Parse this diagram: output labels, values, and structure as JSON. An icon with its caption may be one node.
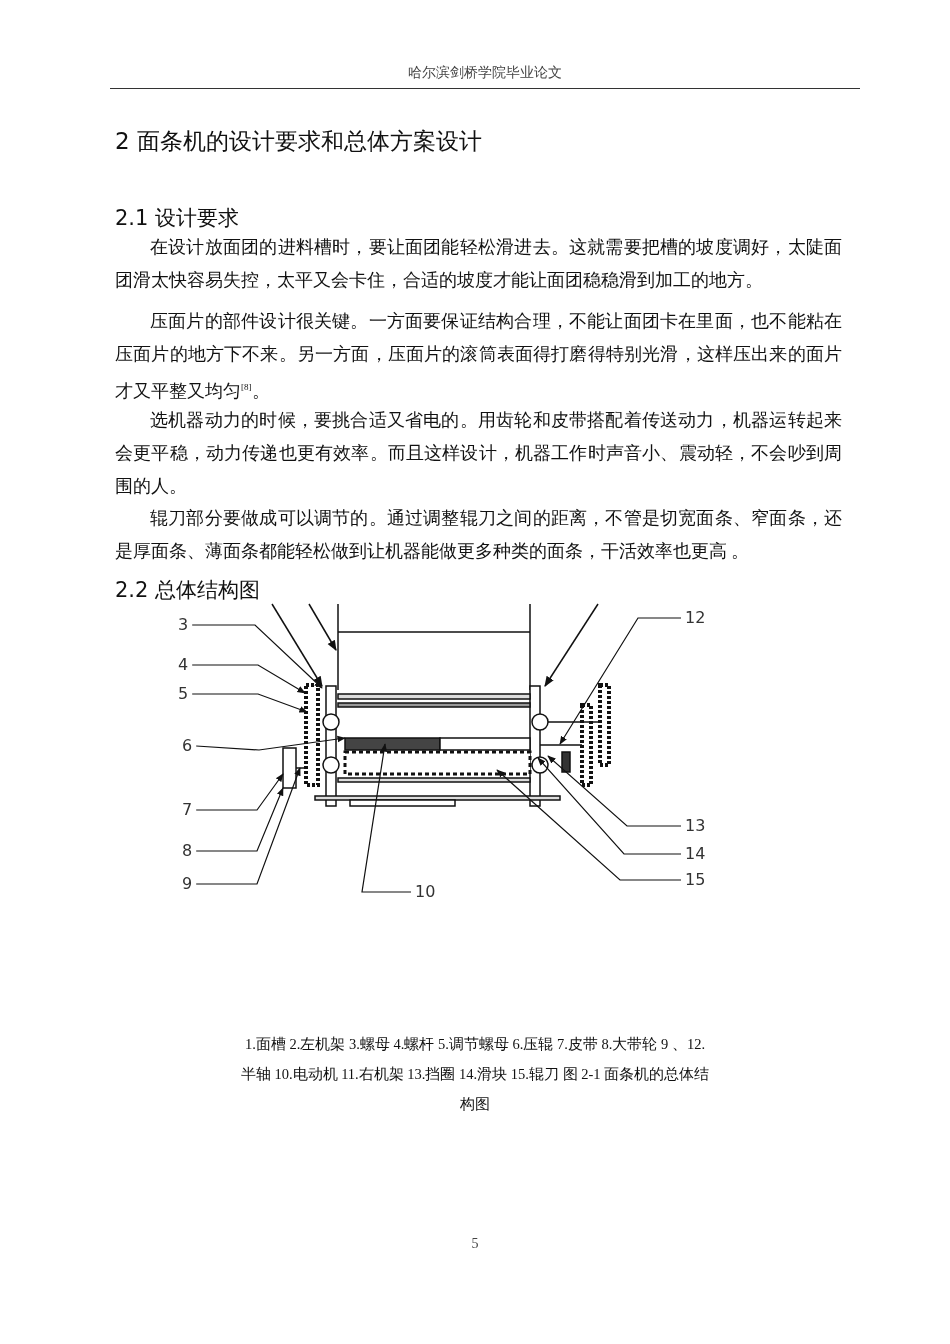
{
  "diagram": {
    "title": "2 面条机的设计要求和总体方案设计",
    "caption": "1.面槽 2.左机架 3.螺母 4.螺杆 5.调节螺母 6.压辊 7.皮带 8.大带轮 9 、12.半轴 10.电动机 11.右机架 13.挡圈 14.滑块 15.辊刀 图 2-1 面条机的总体结构图",
    "nodes": [
      {
        "text": [
          "3"
        ]
      },
      {
        "text": [
          "4"
        ]
      },
      {
        "text": [
          "5"
        ]
      },
      {
        "text": [
          "6"
        ]
      },
      {
        "text": [
          "7"
        ]
      },
      {
        "text": [
          "8"
        ]
      },
      {
        "text": [
          "9"
        ]
      },
      {
        "text": [
          "10"
        ]
      },
      {
        "text": [
          "12"
        ]
      },
      {
        "text": [
          "13"
        ]
      },
      {
        "text": [
          "14"
        ]
      },
      {
        "text": [
          "15"
        ]
      }
    ],
    "edges": [
      {
        "from": 0,
        "to": null,
        "arrow": "to"
      },
      {
        "from": 1,
        "to": null,
        "arrow": "to"
      },
      {
        "from": 2,
        "to": null,
        "arrow": "to"
      },
      {
        "from": 3,
        "to": null,
        "arrow": "to"
      },
      {
        "from": 4,
        "to": null,
        "arrow": "to"
      },
      {
        "from": 5,
        "to": null,
        "arrow": "to"
      },
      {
        "from": 6,
        "to": null,
        "arrow": "to"
      },
      {
        "from": 7,
        "to": null,
        "arrow": "to"
      },
      {
        "from": 8,
        "to": null,
        "arrow": "to"
      },
      {
        "from": 9,
        "to": null,
        "arrow": "to"
      },
      {
        "from": 10,
        "to": null,
        "arrow": "to"
      },
      {
        "from": 11,
        "to": null,
        "arrow": "to"
      }
    ],
    "labels": [
      "哈尔滨剑桥学院毕业论文",
      "2.1 设计要求",
      "在设计放面团的进料槽时，要让面团能轻松滑进去。这就需要把槽的坡度调好，太陡面团滑太快容易失控，太平又会卡住，合适的坡度才能让面团稳稳滑到加工的地方。",
      "压面片的部件设计很关键。一方面要保证结构合理，不能让面团卡在里面，也不能粘在压面片的地方下不来。另一方面，压面片的滚筒表面得打磨得特别光滑，这样压出来的面片才又平整又均匀$^{[8]}$。",
      "选机器动力的时候，要挑合适又省电的。用齿轮和皮带搭配着传送动力，机器运转起来会更平稳，动力传递也更有效率。而且这样设计，机器工作时声音小、震动轻，不会吵到周围的人。",
      "辊刀部分要做成可以调节的。通过调整辊刀之间的距离，不管是切宽面条、窄面条，还是厚面条、薄面条都能轻松做到让机器能做更多种类的面条，干活效率也更高 。",
      "2.2 总体结构图",
      "5"
    ]
  }
}
